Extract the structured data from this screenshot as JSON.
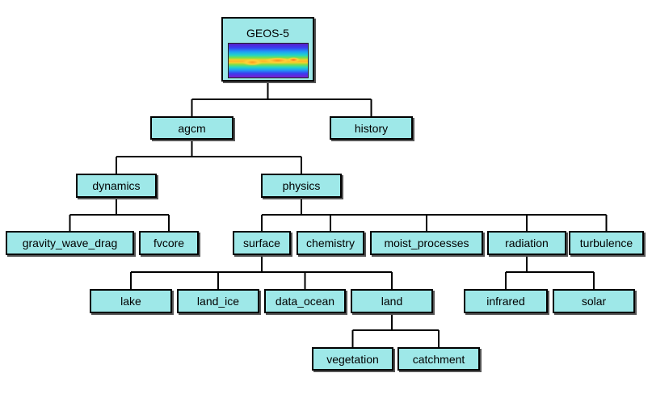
{
  "diagram": {
    "type": "tree",
    "colors": {
      "box_fill": "#9ee8e8",
      "border": "#000000",
      "shadow": "#555555"
    },
    "root": {
      "label": "GEOS-5",
      "image": "global-field-map"
    },
    "nodes": {
      "agcm": "agcm",
      "history": "history",
      "dynamics": "dynamics",
      "physics": "physics",
      "gravity_wave_drag": "gravity_wave_drag",
      "fvcore": "fvcore",
      "surface": "surface",
      "chemistry": "chemistry",
      "moist_processes": "moist_processes",
      "radiation": "radiation",
      "turbulence": "turbulence",
      "lake": "lake",
      "land_ice": "land_ice",
      "data_ocean": "data_ocean",
      "land": "land",
      "infrared": "infrared",
      "solar": "solar",
      "vegetation": "vegetation",
      "catchment": "catchment"
    },
    "edges": [
      [
        "root",
        "agcm"
      ],
      [
        "root",
        "history"
      ],
      [
        "agcm",
        "dynamics"
      ],
      [
        "agcm",
        "physics"
      ],
      [
        "dynamics",
        "gravity_wave_drag"
      ],
      [
        "dynamics",
        "fvcore"
      ],
      [
        "physics",
        "surface"
      ],
      [
        "physics",
        "chemistry"
      ],
      [
        "physics",
        "moist_processes"
      ],
      [
        "physics",
        "radiation"
      ],
      [
        "physics",
        "turbulence"
      ],
      [
        "surface",
        "lake"
      ],
      [
        "surface",
        "land_ice"
      ],
      [
        "surface",
        "data_ocean"
      ],
      [
        "surface",
        "land"
      ],
      [
        "radiation",
        "infrared"
      ],
      [
        "radiation",
        "solar"
      ],
      [
        "land",
        "vegetation"
      ],
      [
        "land",
        "catchment"
      ]
    ]
  }
}
